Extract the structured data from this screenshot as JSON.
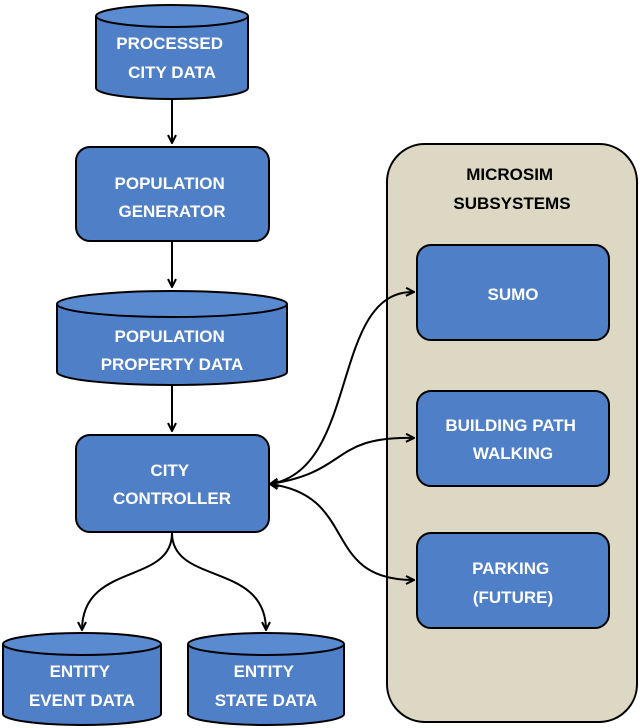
{
  "colors": {
    "node_fill": "#4f7fc7",
    "group_fill": "#ddd8c4",
    "edge": "#000000"
  },
  "nodes": {
    "processed_city_data": {
      "line1": "PROCESSED",
      "line2": "CITY DATA",
      "shape": "cylinder"
    },
    "population_generator": {
      "line1": "POPULATION",
      "line2": "GENERATOR",
      "shape": "box"
    },
    "population_property_data": {
      "line1": "POPULATION",
      "line2": "PROPERTY DATA",
      "shape": "cylinder"
    },
    "city_controller": {
      "line1": "CITY",
      "line2": "CONTROLLER",
      "shape": "box"
    },
    "entity_event_data": {
      "line1": "ENTITY",
      "line2": "EVENT DATA",
      "shape": "cylinder"
    },
    "entity_state_data": {
      "line1": "ENTITY",
      "line2": "STATE DATA",
      "shape": "cylinder"
    }
  },
  "group": {
    "line1": "MICROSIM",
    "line2": "SUBSYSTEMS",
    "members": {
      "sumo": {
        "line1": "SUMO"
      },
      "building_path_walking": {
        "line1": "BUILDING PATH",
        "line2": "WALKING"
      },
      "parking": {
        "line1": "PARKING",
        "line2": "(FUTURE)"
      }
    }
  },
  "edges": [
    {
      "from": "processed_city_data",
      "to": "population_generator",
      "direction": "forward"
    },
    {
      "from": "population_generator",
      "to": "population_property_data",
      "direction": "forward"
    },
    {
      "from": "population_property_data",
      "to": "city_controller",
      "direction": "forward"
    },
    {
      "from": "city_controller",
      "to": "entity_event_data",
      "direction": "forward"
    },
    {
      "from": "city_controller",
      "to": "entity_state_data",
      "direction": "forward"
    },
    {
      "from": "city_controller",
      "to": "sumo",
      "direction": "both"
    },
    {
      "from": "city_controller",
      "to": "building_path_walking",
      "direction": "both"
    },
    {
      "from": "city_controller",
      "to": "parking",
      "direction": "both"
    }
  ]
}
